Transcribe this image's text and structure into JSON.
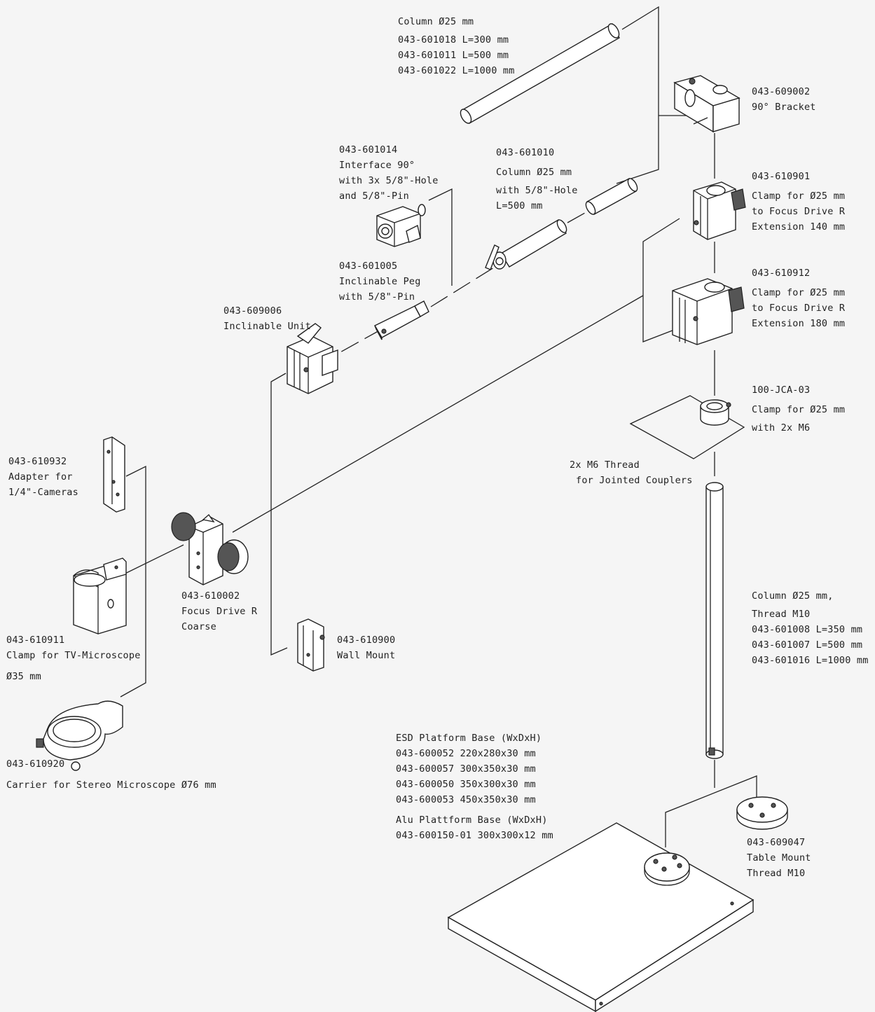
{
  "parts": {
    "column_top": {
      "lines": [
        "Column Ø25 mm",
        "043-601018 L=300 mm",
        "043-601011 L=500 mm",
        "043-601022 L=1000 mm"
      ]
    },
    "bracket_90": {
      "lines": [
        "043-609002",
        "90° Bracket"
      ]
    },
    "interface_90": {
      "lines": [
        "043-601014",
        "Interface 90°",
        "with 3x 5/8\"-Hole",
        "and 5/8\"-Pin"
      ]
    },
    "column_pin": {
      "lines": [
        "043-601010",
        "Column Ø25 mm",
        "with 5/8\"-Hole",
        "L=500 mm"
      ]
    },
    "clamp_140": {
      "lines": [
        "043-610901",
        "Clamp for Ø25 mm",
        "to Focus Drive R",
        "Extension 140 mm"
      ]
    },
    "inclinable_peg": {
      "lines": [
        "043-601005",
        "Inclinable Peg",
        "with 5/8\"-Pin"
      ]
    },
    "clamp_180": {
      "lines": [
        "043-610912",
        "Clamp for Ø25 mm",
        "to Focus Drive R",
        "Extension 180 mm"
      ]
    },
    "inclinable_unit": {
      "lines": [
        "043-609006",
        "Inclinable Unit"
      ]
    },
    "clamp_jca": {
      "lines": [
        "100-JCA-03",
        "Clamp for Ø25 mm",
        "with 2x M6"
      ]
    },
    "thread_m6": {
      "lines": [
        "2x M6 Thread",
        "for Jointed Couplers"
      ]
    },
    "camera_adapter": {
      "lines": [
        "043-610932",
        "Adapter for",
        "1/4\"-Cameras"
      ]
    },
    "focus_drive": {
      "lines": [
        "043-610002",
        "Focus Drive R",
        "Coarse"
      ]
    },
    "column_m10": {
      "lines": [
        "Column Ø25 mm,",
        "Thread M10",
        "043-601008 L=350 mm",
        "043-601007 L=500 mm",
        "043-601016 L=1000 mm"
      ]
    },
    "clamp_tv": {
      "lines": [
        "043-610911",
        "Clamp for TV-Microscope",
        "Ø35 mm"
      ]
    },
    "wall_mount": {
      "lines": [
        "043-610900",
        "Wall Mount"
      ]
    },
    "carrier": {
      "lines": [
        "043-610920",
        "Carrier for Stereo Microscope Ø76 mm"
      ]
    },
    "esd_base": {
      "lines": [
        "ESD Platform Base (WxDxH)",
        "043-600052 220x280x30 mm",
        "043-600057 300x350x30 mm",
        "043-600050 350x300x30 mm",
        "043-600053 450x350x30 mm"
      ]
    },
    "alu_base": {
      "lines": [
        "Alu Plattform Base (WxDxH)",
        "043-600150-01 300x300x12 mm"
      ]
    },
    "table_mount": {
      "lines": [
        "043-609047",
        "Table Mount",
        "Thread M10"
      ]
    }
  }
}
